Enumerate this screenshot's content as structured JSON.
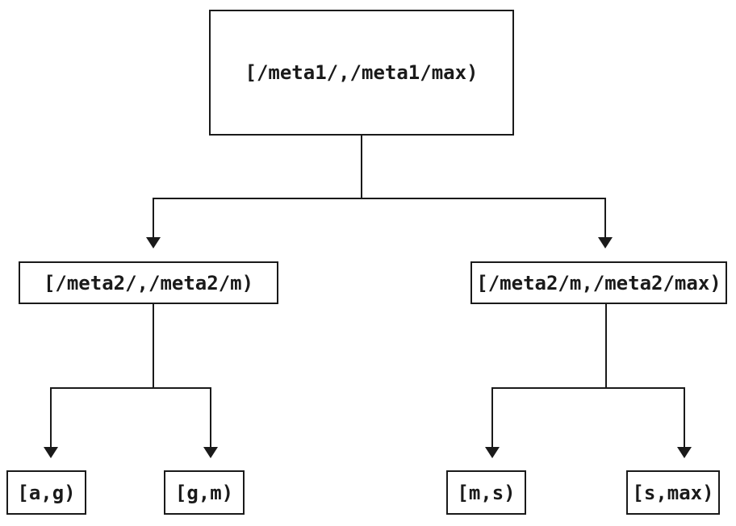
{
  "diagram": {
    "root": {
      "label": "[/meta1/,/meta1/max)"
    },
    "level2": [
      {
        "label": "[/meta2/,/meta2/m)"
      },
      {
        "label": "[/meta2/m,/meta2/max)"
      }
    ],
    "leaves": [
      {
        "label": "[a,g)"
      },
      {
        "label": "[g,m)"
      },
      {
        "label": "[m,s)"
      },
      {
        "label": "[s,max)"
      }
    ]
  },
  "colors": {
    "line": "#1a1a1a",
    "text": "#1a1a1a",
    "box_border": "#1a1a1a",
    "background": "#ffffff"
  }
}
